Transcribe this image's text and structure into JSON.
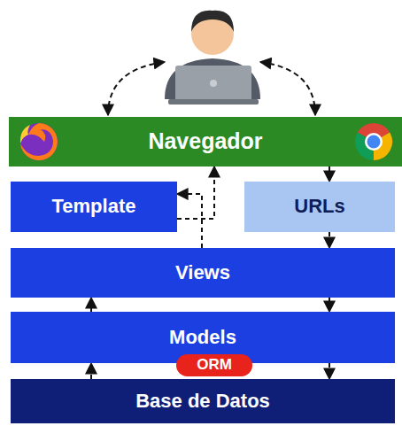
{
  "diagram": {
    "nodes": [
      {
        "text": [
          "Navegador"
        ]
      },
      {
        "text": [
          "Template"
        ]
      },
      {
        "text": [
          "URLs"
        ]
      },
      {
        "text": [
          "Views"
        ]
      },
      {
        "text": [
          "Models"
        ]
      },
      {
        "text": [
          "ORM"
        ]
      },
      {
        "text": [
          "Base de Datos"
        ]
      }
    ],
    "edges": [
      {
        "from": 0,
        "to": 2,
        "arrow": "to"
      },
      {
        "from": 2,
        "to": 3,
        "arrow": "to"
      },
      {
        "from": 3,
        "to": 4,
        "arrow": "to"
      },
      {
        "from": 4,
        "to": 6,
        "arrow": "to"
      },
      {
        "from": 6,
        "to": 4,
        "arrow": "to"
      },
      {
        "from": 4,
        "to": 3,
        "arrow": "to"
      },
      {
        "from": 3,
        "to": 1,
        "arrow": "to"
      },
      {
        "from": 1,
        "to": 0,
        "arrow": "to"
      }
    ]
  }
}
